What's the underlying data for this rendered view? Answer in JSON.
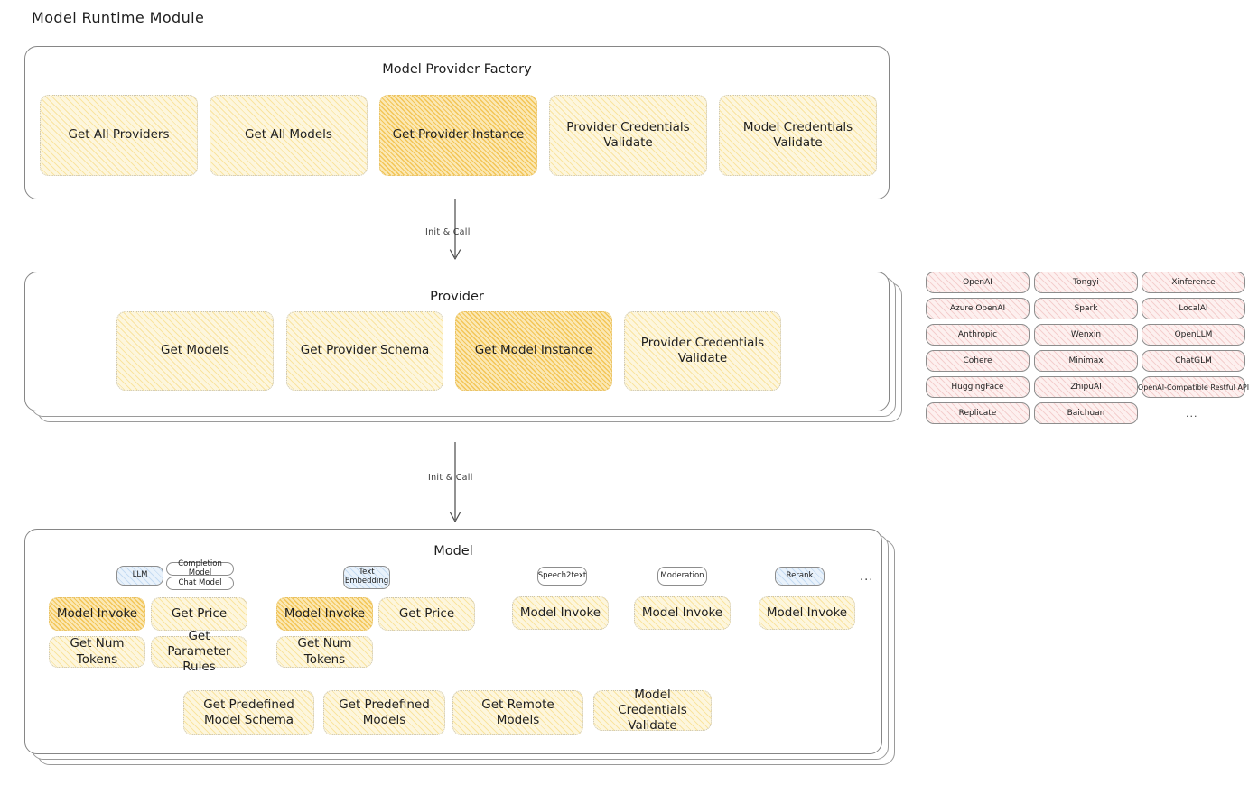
{
  "page": {
    "title": "Model Runtime Module"
  },
  "factory": {
    "title": "Model Provider Factory",
    "methods": [
      {
        "label": "Get All Providers",
        "highlight": false
      },
      {
        "label": "Get All Models",
        "highlight": false
      },
      {
        "label": "Get Provider Instance",
        "highlight": true
      },
      {
        "label": "Provider Credentials Validate",
        "highlight": false
      },
      {
        "label": "Model Credentials Validate",
        "highlight": false
      }
    ]
  },
  "arrows": [
    {
      "label": "Init & Call"
    },
    {
      "label": "Init & Call"
    }
  ],
  "provider": {
    "title": "Provider",
    "methods": [
      {
        "label": "Get Models",
        "highlight": false
      },
      {
        "label": "Get Provider Schema",
        "highlight": false
      },
      {
        "label": "Get Model Instance",
        "highlight": true
      },
      {
        "label": "Provider Credentials Validate",
        "highlight": false
      }
    ]
  },
  "provider_list": {
    "columns": [
      {
        "items": [
          "OpenAI",
          "Azure OpenAI",
          "Anthropic",
          "Cohere",
          "HuggingFace",
          "Replicate"
        ]
      },
      {
        "items": [
          "Tongyi",
          "Spark",
          "Wenxin",
          "Minimax",
          "ZhipuAI",
          "Baichuan"
        ]
      },
      {
        "items": [
          "Xinference",
          "LocalAI",
          "OpenLLM",
          "ChatGLM",
          "OpenAI-Compatible Restful API"
        ]
      }
    ],
    "more": "..."
  },
  "model": {
    "title": "Model",
    "more": "...",
    "types": [
      {
        "name": "LLM",
        "style": "blue",
        "subtypes": [
          "Completion Model",
          "Chat Model"
        ],
        "methods": [
          {
            "label": "Model Invoke",
            "highlight": true
          },
          {
            "label": "Get Price",
            "highlight": false
          },
          {
            "label": "Get Num Tokens",
            "highlight": false
          },
          {
            "label": "Get Parameter Rules",
            "highlight": false
          }
        ]
      },
      {
        "name": "Text Embedding",
        "style": "blue",
        "subtypes": [],
        "methods": [
          {
            "label": "Model Invoke",
            "highlight": true
          },
          {
            "label": "Get Price",
            "highlight": false
          },
          {
            "label": "Get Num Tokens",
            "highlight": false
          }
        ]
      },
      {
        "name": "Speech2text",
        "style": "plain",
        "subtypes": [],
        "methods": [
          {
            "label": "Model Invoke",
            "highlight": false
          }
        ]
      },
      {
        "name": "Moderation",
        "style": "plain",
        "subtypes": [],
        "methods": [
          {
            "label": "Model Invoke",
            "highlight": false
          }
        ]
      },
      {
        "name": "Rerank",
        "style": "blue",
        "subtypes": [],
        "methods": [
          {
            "label": "Model Invoke",
            "highlight": false
          }
        ]
      }
    ],
    "shared_methods": [
      {
        "label": "Get Predefined Model Schema"
      },
      {
        "label": "Get Predefined Models"
      },
      {
        "label": "Get Remote Models"
      },
      {
        "label": "Model Credentials Validate"
      }
    ]
  },
  "colors": {
    "box_fill": "#fdf6dd",
    "box_highlight": "#fbe8b4",
    "provider_chip": "#fdf0ef",
    "badge_blue": "#e9f2fb",
    "stroke": "#868686"
  }
}
